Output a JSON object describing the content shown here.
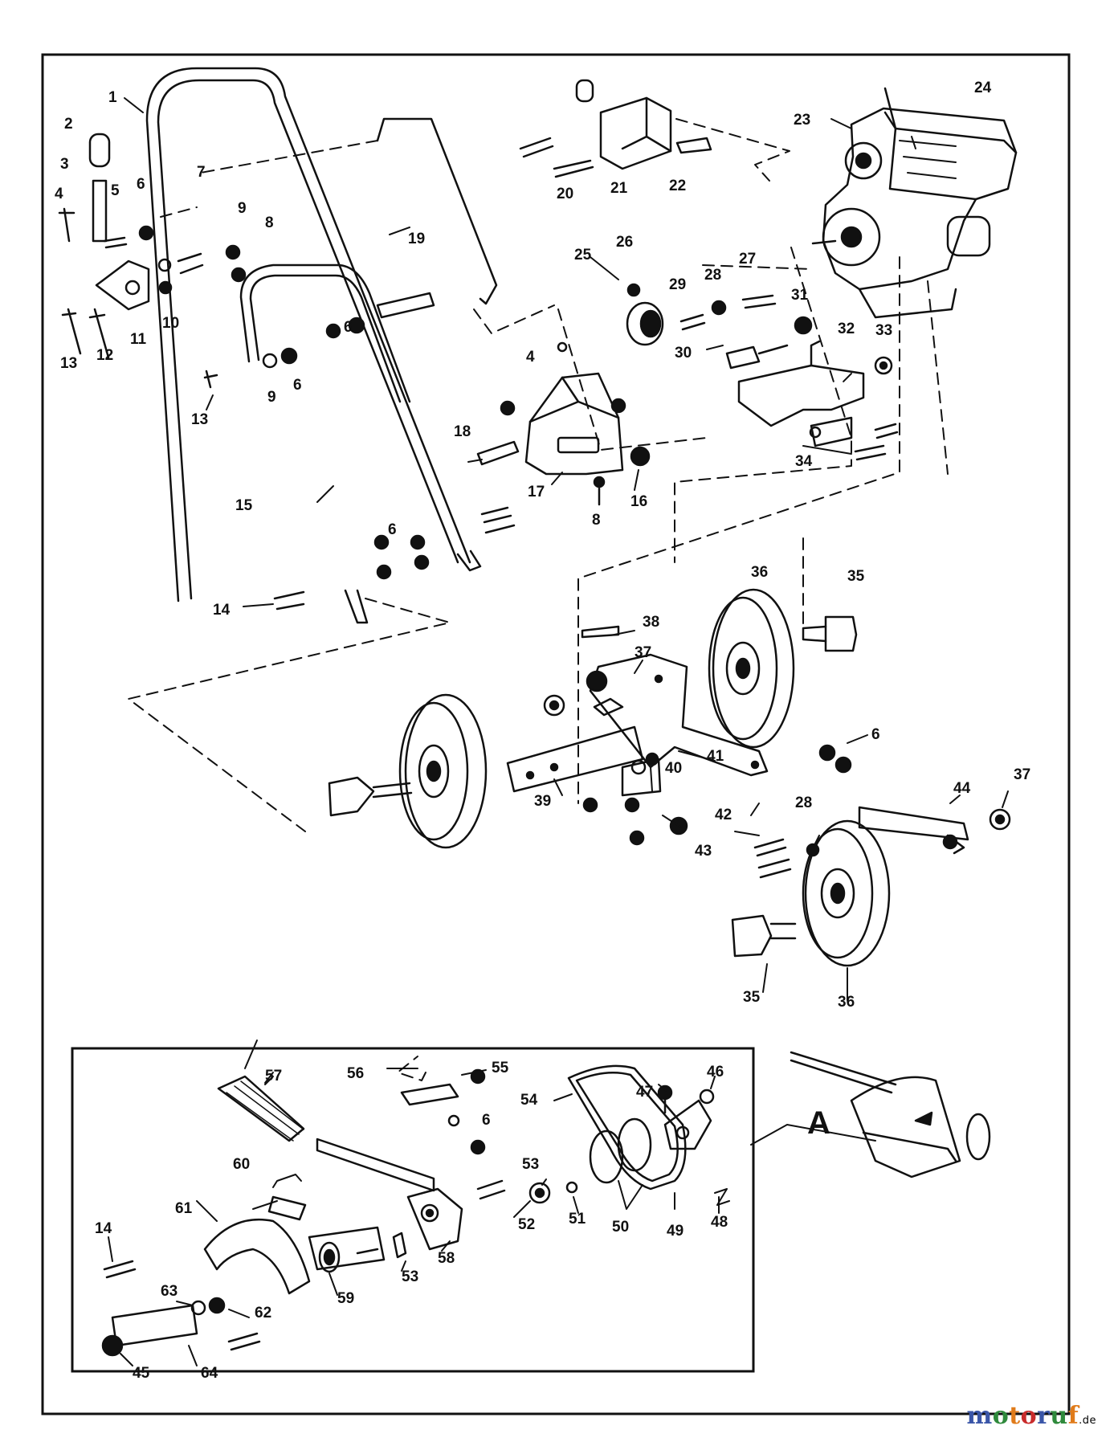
{
  "inset_label": "A",
  "callouts": [
    {
      "id": "c1",
      "text": "1"
    },
    {
      "id": "c2",
      "text": "2"
    },
    {
      "id": "c3",
      "text": "3"
    },
    {
      "id": "c4a",
      "text": "4"
    },
    {
      "id": "c5",
      "text": "5"
    },
    {
      "id": "c6a",
      "text": "6"
    },
    {
      "id": "c7",
      "text": "7"
    },
    {
      "id": "c9a",
      "text": "9"
    },
    {
      "id": "c8a",
      "text": "8"
    },
    {
      "id": "c19",
      "text": "19"
    },
    {
      "id": "c10",
      "text": "10"
    },
    {
      "id": "c11",
      "text": "11"
    },
    {
      "id": "c12",
      "text": "12"
    },
    {
      "id": "c13a",
      "text": "13"
    },
    {
      "id": "c6b",
      "text": "6"
    },
    {
      "id": "c9b",
      "text": "9"
    },
    {
      "id": "c6c",
      "text": "6"
    },
    {
      "id": "c13b",
      "text": "13"
    },
    {
      "id": "c15",
      "text": "15"
    },
    {
      "id": "c14a",
      "text": "14"
    },
    {
      "id": "c6d",
      "text": "6"
    },
    {
      "id": "c20",
      "text": "20"
    },
    {
      "id": "c21",
      "text": "21"
    },
    {
      "id": "c22",
      "text": "22"
    },
    {
      "id": "c23",
      "text": "23"
    },
    {
      "id": "c24",
      "text": "24"
    },
    {
      "id": "c25",
      "text": "25"
    },
    {
      "id": "c26",
      "text": "26"
    },
    {
      "id": "c27",
      "text": "27"
    },
    {
      "id": "c28a",
      "text": "28"
    },
    {
      "id": "c29",
      "text": "29"
    },
    {
      "id": "c31",
      "text": "31"
    },
    {
      "id": "c30",
      "text": "30"
    },
    {
      "id": "c32",
      "text": "32"
    },
    {
      "id": "c33",
      "text": "33"
    },
    {
      "id": "c4b",
      "text": "4"
    },
    {
      "id": "c18",
      "text": "18"
    },
    {
      "id": "c17",
      "text": "17"
    },
    {
      "id": "c16",
      "text": "16"
    },
    {
      "id": "c8b",
      "text": "8"
    },
    {
      "id": "c34",
      "text": "34"
    },
    {
      "id": "c35a",
      "text": "35"
    },
    {
      "id": "c36a",
      "text": "36"
    },
    {
      "id": "c38",
      "text": "38"
    },
    {
      "id": "c37a",
      "text": "37"
    },
    {
      "id": "c41",
      "text": "41"
    },
    {
      "id": "c40",
      "text": "40"
    },
    {
      "id": "c39",
      "text": "39"
    },
    {
      "id": "c42",
      "text": "42"
    },
    {
      "id": "c6e",
      "text": "6"
    },
    {
      "id": "c37b",
      "text": "37"
    },
    {
      "id": "c44",
      "text": "44"
    },
    {
      "id": "c28b",
      "text": "28"
    },
    {
      "id": "c43",
      "text": "43"
    },
    {
      "id": "c35b",
      "text": "35"
    },
    {
      "id": "c36b",
      "text": "36"
    },
    {
      "id": "c57",
      "text": "57"
    },
    {
      "id": "c56",
      "text": "56"
    },
    {
      "id": "c55",
      "text": "55"
    },
    {
      "id": "c54",
      "text": "54"
    },
    {
      "id": "c47",
      "text": "47"
    },
    {
      "id": "c46a",
      "text": "46"
    },
    {
      "id": "c6f",
      "text": "6"
    },
    {
      "id": "c53a",
      "text": "53"
    },
    {
      "id": "c60",
      "text": "60"
    },
    {
      "id": "c61",
      "text": "61"
    },
    {
      "id": "c14b",
      "text": "14"
    },
    {
      "id": "c52",
      "text": "52"
    },
    {
      "id": "c51",
      "text": "51"
    },
    {
      "id": "c50",
      "text": "50"
    },
    {
      "id": "c49",
      "text": "49"
    },
    {
      "id": "c48",
      "text": "48"
    },
    {
      "id": "c58",
      "text": "58"
    },
    {
      "id": "c53b",
      "text": "53"
    },
    {
      "id": "c59",
      "text": "59"
    },
    {
      "id": "c63",
      "text": "63"
    },
    {
      "id": "c62",
      "text": "62"
    },
    {
      "id": "c45",
      "text": "45"
    },
    {
      "id": "c64",
      "text": "64"
    }
  ],
  "watermark": {
    "text": "motoruf",
    "suffix": ".de",
    "colors": [
      "#3a56a8",
      "#2f8a3c",
      "#e07b1a",
      "#c92c2c"
    ]
  }
}
